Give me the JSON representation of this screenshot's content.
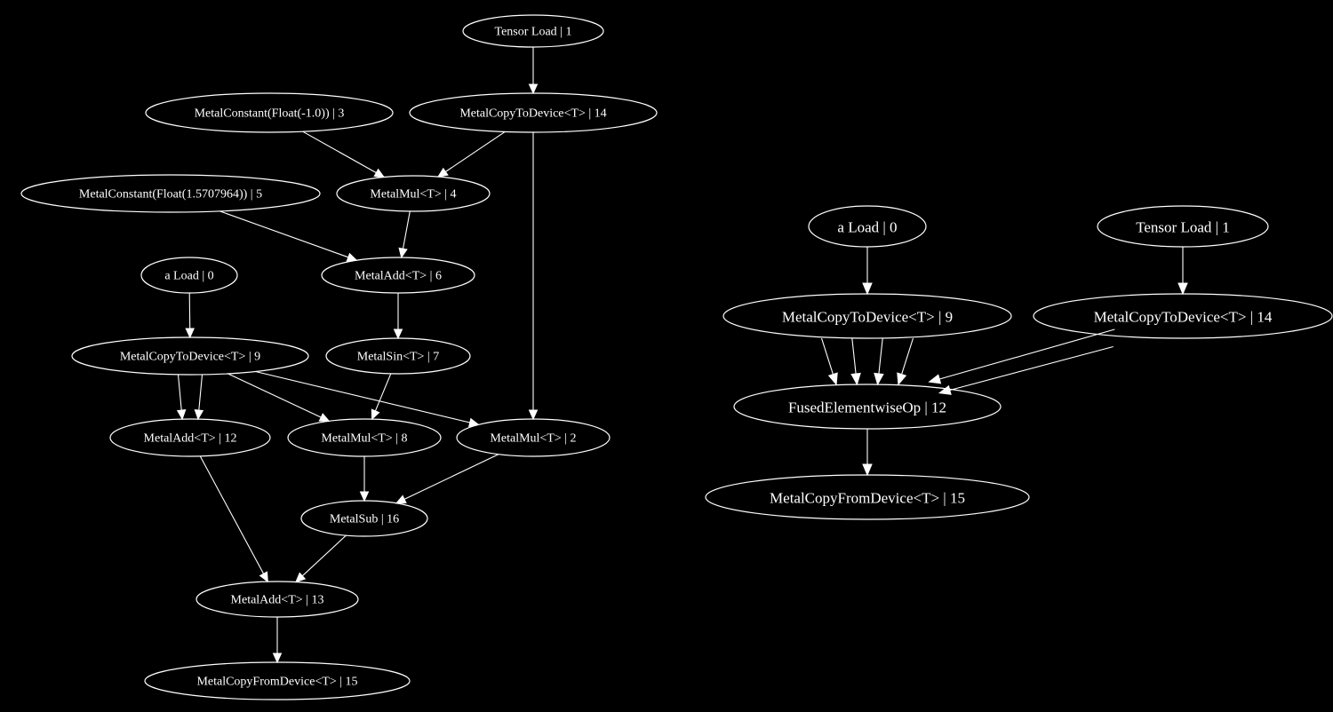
{
  "colors": {
    "background": "#000000",
    "stroke": "#ffffff",
    "text": "#ffffff"
  },
  "graphs": [
    {
      "id": "unfused",
      "nodes": [
        {
          "id": "tload1",
          "label": "Tensor Load | 1"
        },
        {
          "id": "copy14",
          "label": "MetalCopyToDevice<T> | 14"
        },
        {
          "id": "const3",
          "label": "MetalConstant(Float(-1.0)) | 3"
        },
        {
          "id": "mul4",
          "label": "MetalMul<T> | 4"
        },
        {
          "id": "const5",
          "label": "MetalConstant(Float(1.5707964)) | 5"
        },
        {
          "id": "add6",
          "label": "MetalAdd<T> | 6"
        },
        {
          "id": "aload0",
          "label": "a Load | 0"
        },
        {
          "id": "sin7",
          "label": "MetalSin<T> | 7"
        },
        {
          "id": "copy9",
          "label": "MetalCopyToDevice<T> | 9"
        },
        {
          "id": "add12",
          "label": "MetalAdd<T> | 12"
        },
        {
          "id": "mul8",
          "label": "MetalMul<T> | 8"
        },
        {
          "id": "mul2",
          "label": "MetalMul<T> | 2"
        },
        {
          "id": "sub16",
          "label": "MetalSub | 16"
        },
        {
          "id": "add13",
          "label": "MetalAdd<T> | 13"
        },
        {
          "id": "copyfrom15",
          "label": "MetalCopyFromDevice<T> | 15"
        }
      ],
      "edges": [
        {
          "from": "tload1",
          "to": "copy14"
        },
        {
          "from": "const3",
          "to": "mul4"
        },
        {
          "from": "copy14",
          "to": "mul4"
        },
        {
          "from": "copy14",
          "to": "mul2"
        },
        {
          "from": "mul4",
          "to": "add6"
        },
        {
          "from": "const5",
          "to": "add6"
        },
        {
          "from": "add6",
          "to": "sin7"
        },
        {
          "from": "aload0",
          "to": "copy9"
        },
        {
          "from": "copy9",
          "to": "add12"
        },
        {
          "from": "copy9",
          "to": "add12"
        },
        {
          "from": "copy9",
          "to": "mul8"
        },
        {
          "from": "copy9",
          "to": "mul2"
        },
        {
          "from": "sin7",
          "to": "mul8"
        },
        {
          "from": "mul8",
          "to": "sub16"
        },
        {
          "from": "mul2",
          "to": "sub16"
        },
        {
          "from": "add12",
          "to": "add13"
        },
        {
          "from": "sub16",
          "to": "add13"
        },
        {
          "from": "add13",
          "to": "copyfrom15"
        }
      ]
    },
    {
      "id": "fused",
      "nodes": [
        {
          "id": "aload0",
          "label": "a Load | 0"
        },
        {
          "id": "tload1",
          "label": "Tensor Load | 1"
        },
        {
          "id": "copy9",
          "label": "MetalCopyToDevice<T> | 9"
        },
        {
          "id": "copy14",
          "label": "MetalCopyToDevice<T> | 14"
        },
        {
          "id": "fused12",
          "label": "FusedElementwiseOp | 12"
        },
        {
          "id": "copyfrom15",
          "label": "MetalCopyFromDevice<T> | 15"
        }
      ],
      "edges": [
        {
          "from": "aload0",
          "to": "copy9"
        },
        {
          "from": "tload1",
          "to": "copy14"
        },
        {
          "from": "copy9",
          "to": "fused12"
        },
        {
          "from": "copy9",
          "to": "fused12"
        },
        {
          "from": "copy9",
          "to": "fused12"
        },
        {
          "from": "copy9",
          "to": "fused12"
        },
        {
          "from": "copy14",
          "to": "fused12"
        },
        {
          "from": "copy14",
          "to": "fused12"
        },
        {
          "from": "fused12",
          "to": "copyfrom15"
        }
      ]
    }
  ]
}
